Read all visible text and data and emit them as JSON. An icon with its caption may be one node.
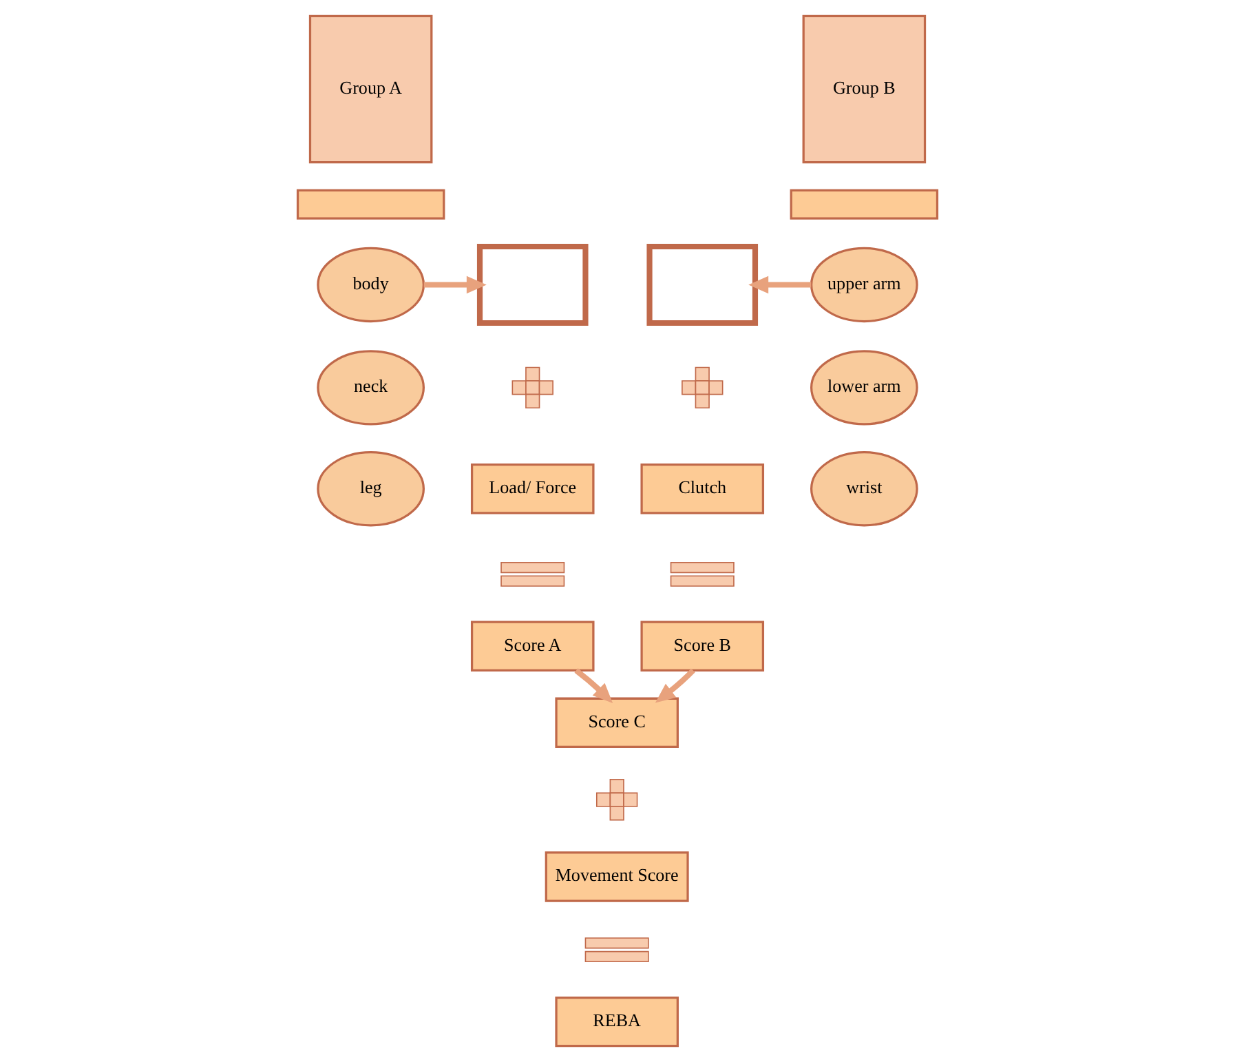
{
  "diagram": {
    "nodes": [
      {
        "text": [
          "Group A"
        ]
      },
      {
        "text": [],
        "shape": "bar"
      },
      {
        "text": [
          "body"
        ]
      },
      {
        "text": [
          "neck"
        ]
      },
      {
        "text": [
          "leg"
        ]
      },
      {
        "text": [],
        "shape": "box"
      },
      {
        "text": [],
        "shape": "plus"
      },
      {
        "text": [
          "Load/ Force"
        ]
      },
      {
        "text": [],
        "shape": "equals"
      },
      {
        "text": [
          "Score A"
        ]
      },
      {
        "text": [
          "Group B"
        ]
      },
      {
        "text": [],
        "shape": "bar"
      },
      {
        "text": [
          "upper arm"
        ]
      },
      {
        "text": [
          "lower arm"
        ]
      },
      {
        "text": [
          "wrist"
        ]
      },
      {
        "text": [],
        "shape": "box"
      },
      {
        "text": [],
        "shape": "plus"
      },
      {
        "text": [
          "Clutch"
        ]
      },
      {
        "text": [],
        "shape": "equals"
      },
      {
        "text": [
          "Score B"
        ]
      },
      {
        "text": [
          "Score C"
        ]
      },
      {
        "text": [],
        "shape": "plus"
      },
      {
        "text": [
          "Movement Score"
        ]
      },
      {
        "text": [],
        "shape": "equals"
      },
      {
        "text": [
          "REBA"
        ]
      }
    ],
    "edges": [
      {
        "from": 2,
        "to": 5,
        "arrow": "to"
      },
      {
        "from": 12,
        "to": 15,
        "arrow": "to"
      },
      {
        "from": 9,
        "to": 20,
        "arrow": "to"
      },
      {
        "from": 19,
        "to": 20,
        "arrow": "to"
      }
    ]
  }
}
